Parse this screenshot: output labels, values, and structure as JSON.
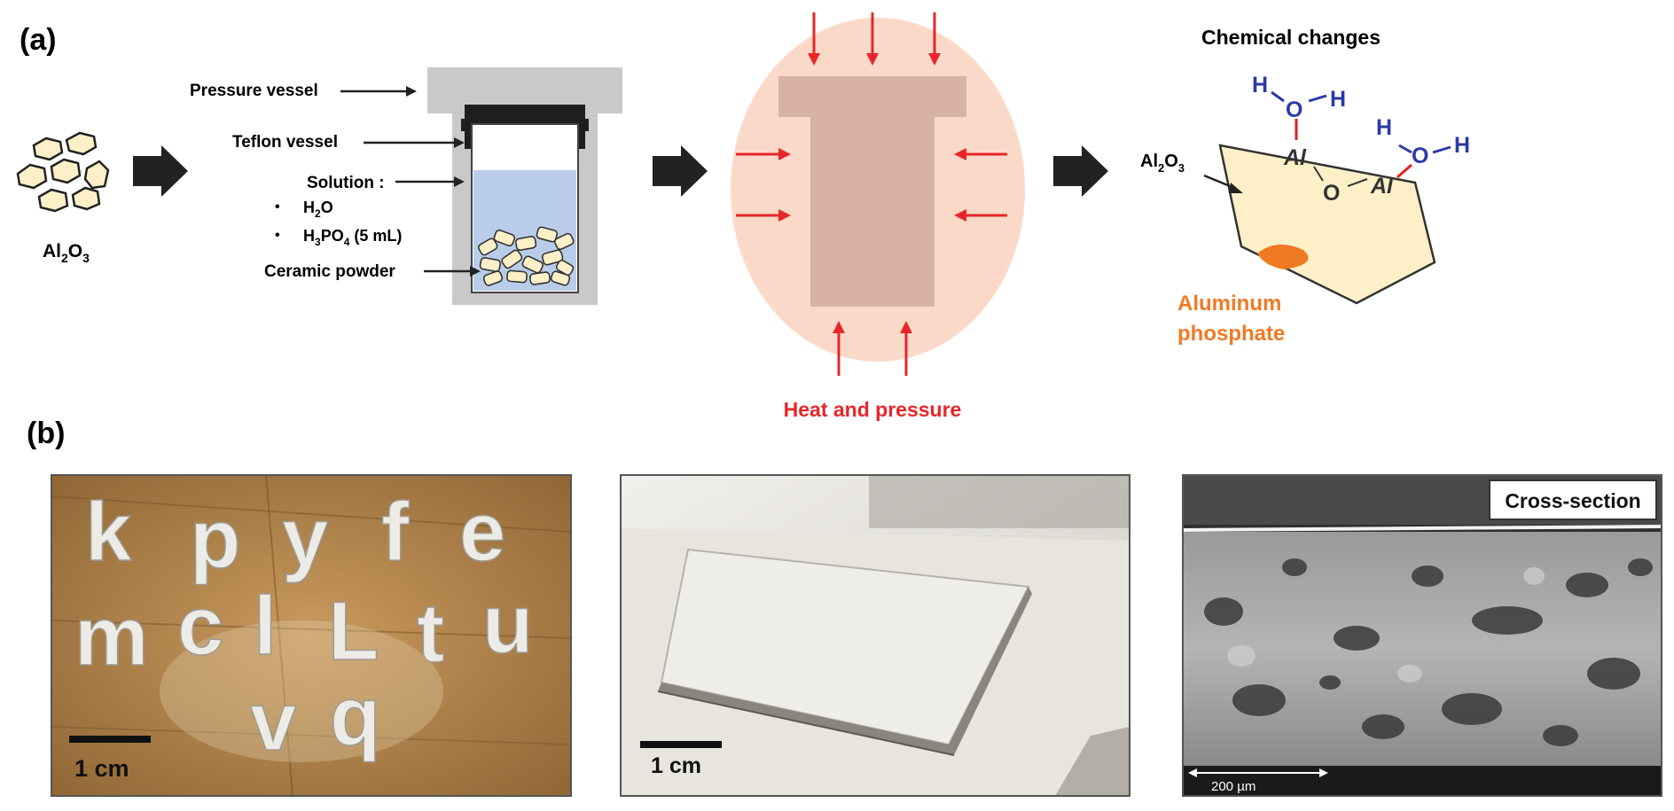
{
  "panel_a": {
    "letter": "(a)",
    "al2o3": {
      "base": "Al",
      "sub1": "2",
      "mid": "O",
      "sub2": "3"
    },
    "labels": {
      "pressure_vessel": "Pressure vessel",
      "teflon_vessel": "Teflon vessel",
      "solution": "Solution :",
      "bullet": "•",
      "h2o": {
        "a": "H",
        "sub": "2",
        "b": "O"
      },
      "h3po4": {
        "a": "H",
        "sub1": "3",
        "b": "PO",
        "sub2": "4",
        "c": " (5 mL)"
      },
      "ceramic_powder": "Ceramic powder",
      "heat_pressure": "Heat and pressure",
      "chemical_changes": "Chemical changes",
      "aluminum": "Aluminum",
      "phosphate": "phosphate"
    },
    "molecule": {
      "h": "H",
      "o": "O",
      "al": "Al"
    }
  },
  "panel_b": {
    "letter": "(b)",
    "letters_row1": [
      "k",
      "p",
      "y",
      "f",
      "e"
    ],
    "letters_row2": [
      "m",
      "c",
      "l",
      "L",
      "t",
      "u"
    ],
    "letters_row3": [
      "v",
      "q"
    ],
    "scale_1": "1 cm",
    "scale_2": "1 cm",
    "cross_section": "Cross-section",
    "scale_3": "200 µm"
  },
  "colors": {
    "arrow_red": "#e8262a",
    "heat_text": "#e8262a",
    "phosphate_orange": "#f07a24",
    "molecule_blue": "#2b3aa6",
    "bond_red": "#e02020",
    "crystal_fill": "#fdf0c8",
    "oval_fill": "#fbd9c9",
    "vessel_gray": "#c9c9c9",
    "solution_blue": "#b9cdea",
    "wood": "#b98a52"
  }
}
